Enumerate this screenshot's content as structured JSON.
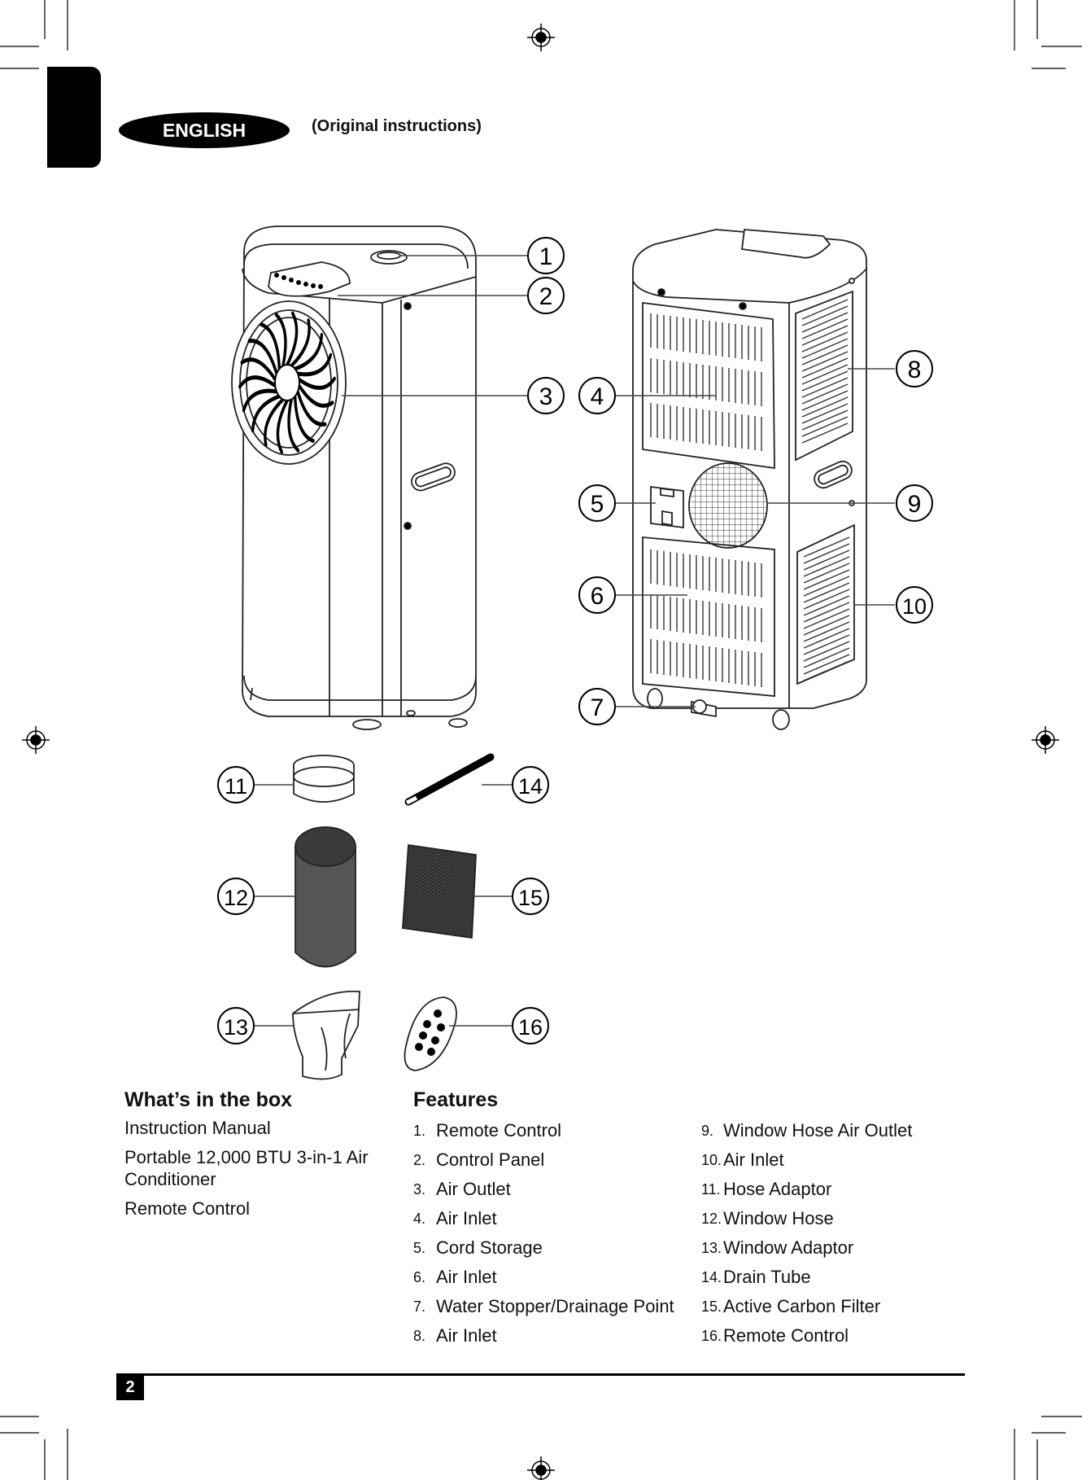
{
  "header": {
    "language": "ENGLISH",
    "subtitle": "(Original instructions)"
  },
  "callouts": [
    "1",
    "2",
    "3",
    "4",
    "5",
    "6",
    "7",
    "8",
    "9",
    "10",
    "11",
    "12",
    "13",
    "14",
    "15",
    "16"
  ],
  "box": {
    "heading": "What’s in the box",
    "items": [
      "Instruction Manual",
      "Portable 12,000 BTU 3-in-1 Air Conditioner",
      "Remote Control"
    ]
  },
  "features": {
    "heading": "Features",
    "items": [
      {
        "num": "1.",
        "label": "Remote Control"
      },
      {
        "num": "2.",
        "label": "Control Panel"
      },
      {
        "num": "3.",
        "label": "Air Outlet"
      },
      {
        "num": "4.",
        "label": "Air Inlet"
      },
      {
        "num": "5.",
        "label": "Cord Storage"
      },
      {
        "num": "6.",
        "label": "Air Inlet"
      },
      {
        "num": "7.",
        "label": "Water Stopper/Drainage Point"
      },
      {
        "num": "8.",
        "label": "Air Inlet"
      },
      {
        "num": "9.",
        "label": "Window Hose Air Outlet"
      },
      {
        "num": "10.",
        "label": "Air Inlet"
      },
      {
        "num": "11.",
        "label": "Hose Adaptor"
      },
      {
        "num": "12.",
        "label": "Window Hose"
      },
      {
        "num": "13.",
        "label": "Window Adaptor"
      },
      {
        "num": "14.",
        "label": "Drain Tube"
      },
      {
        "num": "15.",
        "label": "Active Carbon Filter"
      },
      {
        "num": "16.",
        "label": "Remote Control"
      }
    ]
  },
  "footer": {
    "page_number": "2"
  }
}
